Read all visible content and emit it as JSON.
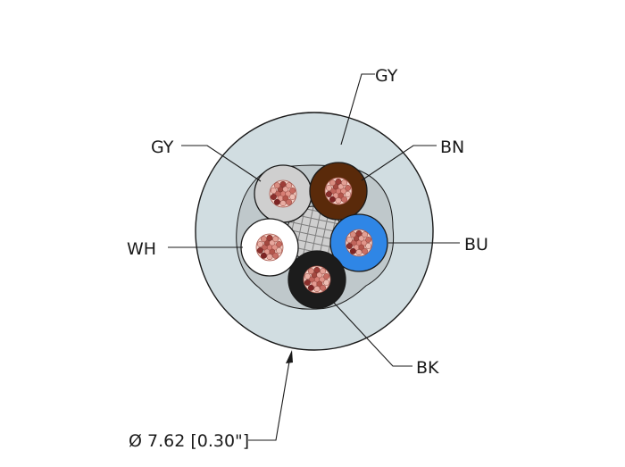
{
  "labels": {
    "jacket": "GY",
    "core_top_left": "GY",
    "core_top_right": "BN",
    "core_left": "WH",
    "core_right": "BU",
    "core_bottom": "BK",
    "diameter": "Ø 7.62 [0.30\"]"
  },
  "colors": {
    "jacket": "#d1dde1",
    "core_gray": "#cfcfcf",
    "core_brown": "#5a2a0a",
    "core_white": "#ffffff",
    "core_blue": "#2f86e6",
    "core_black": "#1c1c1c",
    "filler": "#c9c9c9"
  }
}
